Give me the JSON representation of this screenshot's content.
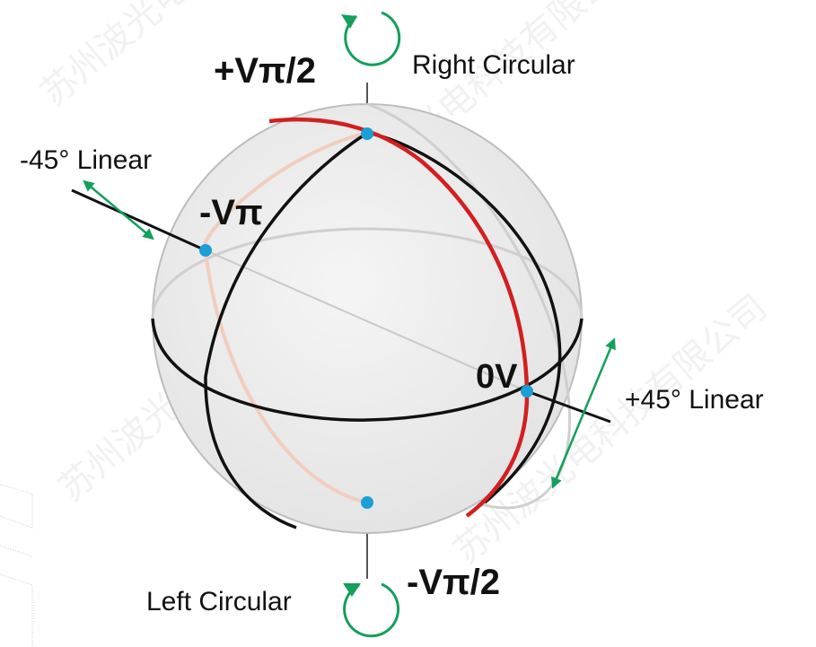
{
  "labels": {
    "right_circular": "Right Circular",
    "left_circular": "Left Circular",
    "minus45_linear": "-45° Linear",
    "plus45_linear": "+45° Linear",
    "plus_vpi_2": "+Vπ/2",
    "minus_vpi_2": "-Vπ/2",
    "minus_vpi": "-Vπ",
    "zero_v": "0V"
  },
  "watermark": "苏州波光电科技有限公司",
  "colors": {
    "sphere_fill": "#ececec",
    "sphere_edge": "#bdbdbd",
    "great_circle": "#111111",
    "back_circle": "#cfcfcf",
    "red_path": "#d21f1f",
    "faint_path": "#f2cdbd",
    "point": "#1a9fd6",
    "arrow": "#13a05a",
    "text": "#111111"
  }
}
